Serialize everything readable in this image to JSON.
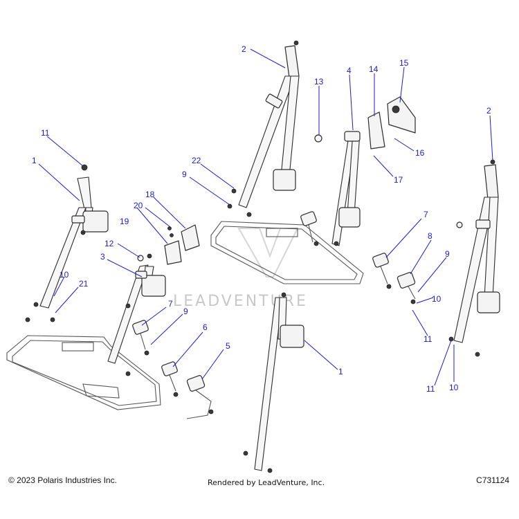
{
  "callouts": [
    {
      "id": "c1",
      "label": "1"
    },
    {
      "id": "c2",
      "label": "1"
    },
    {
      "id": "c3",
      "label": "2"
    },
    {
      "id": "c4",
      "label": "2"
    },
    {
      "id": "c5",
      "label": "3"
    },
    {
      "id": "c6",
      "label": "4"
    },
    {
      "id": "c7",
      "label": "5"
    },
    {
      "id": "c8",
      "label": "6"
    },
    {
      "id": "c9",
      "label": "7"
    },
    {
      "id": "c10",
      "label": "7"
    },
    {
      "id": "c11",
      "label": "8"
    },
    {
      "id": "c12",
      "label": "9"
    },
    {
      "id": "c13",
      "label": "9"
    },
    {
      "id": "c14",
      "label": "9"
    },
    {
      "id": "c15",
      "label": "10"
    },
    {
      "id": "c16",
      "label": "10"
    },
    {
      "id": "c17",
      "label": "10"
    },
    {
      "id": "c18",
      "label": "11"
    },
    {
      "id": "c19",
      "label": "11"
    },
    {
      "id": "c20",
      "label": "11"
    },
    {
      "id": "c21",
      "label": "12"
    },
    {
      "id": "c22",
      "label": "13"
    },
    {
      "id": "c23",
      "label": "14"
    },
    {
      "id": "c24",
      "label": "15"
    },
    {
      "id": "c25",
      "label": "16"
    },
    {
      "id": "c26",
      "label": "17"
    },
    {
      "id": "c27",
      "label": "18"
    },
    {
      "id": "c28",
      "label": "19"
    },
    {
      "id": "c29",
      "label": "20"
    },
    {
      "id": "c30",
      "label": "21"
    },
    {
      "id": "c31",
      "label": "22"
    }
  ],
  "watermark": "LEADVENTURE",
  "footer": {
    "copyright": "© 2023 Polaris Industries Inc.",
    "rendered_by": "Rendered by LeadVenture, Inc.",
    "diagram_code": "C731124"
  },
  "colors": {
    "callout": "#1a1ad6",
    "line": "#2b2b2b",
    "watermark": "#c8c8c8"
  }
}
